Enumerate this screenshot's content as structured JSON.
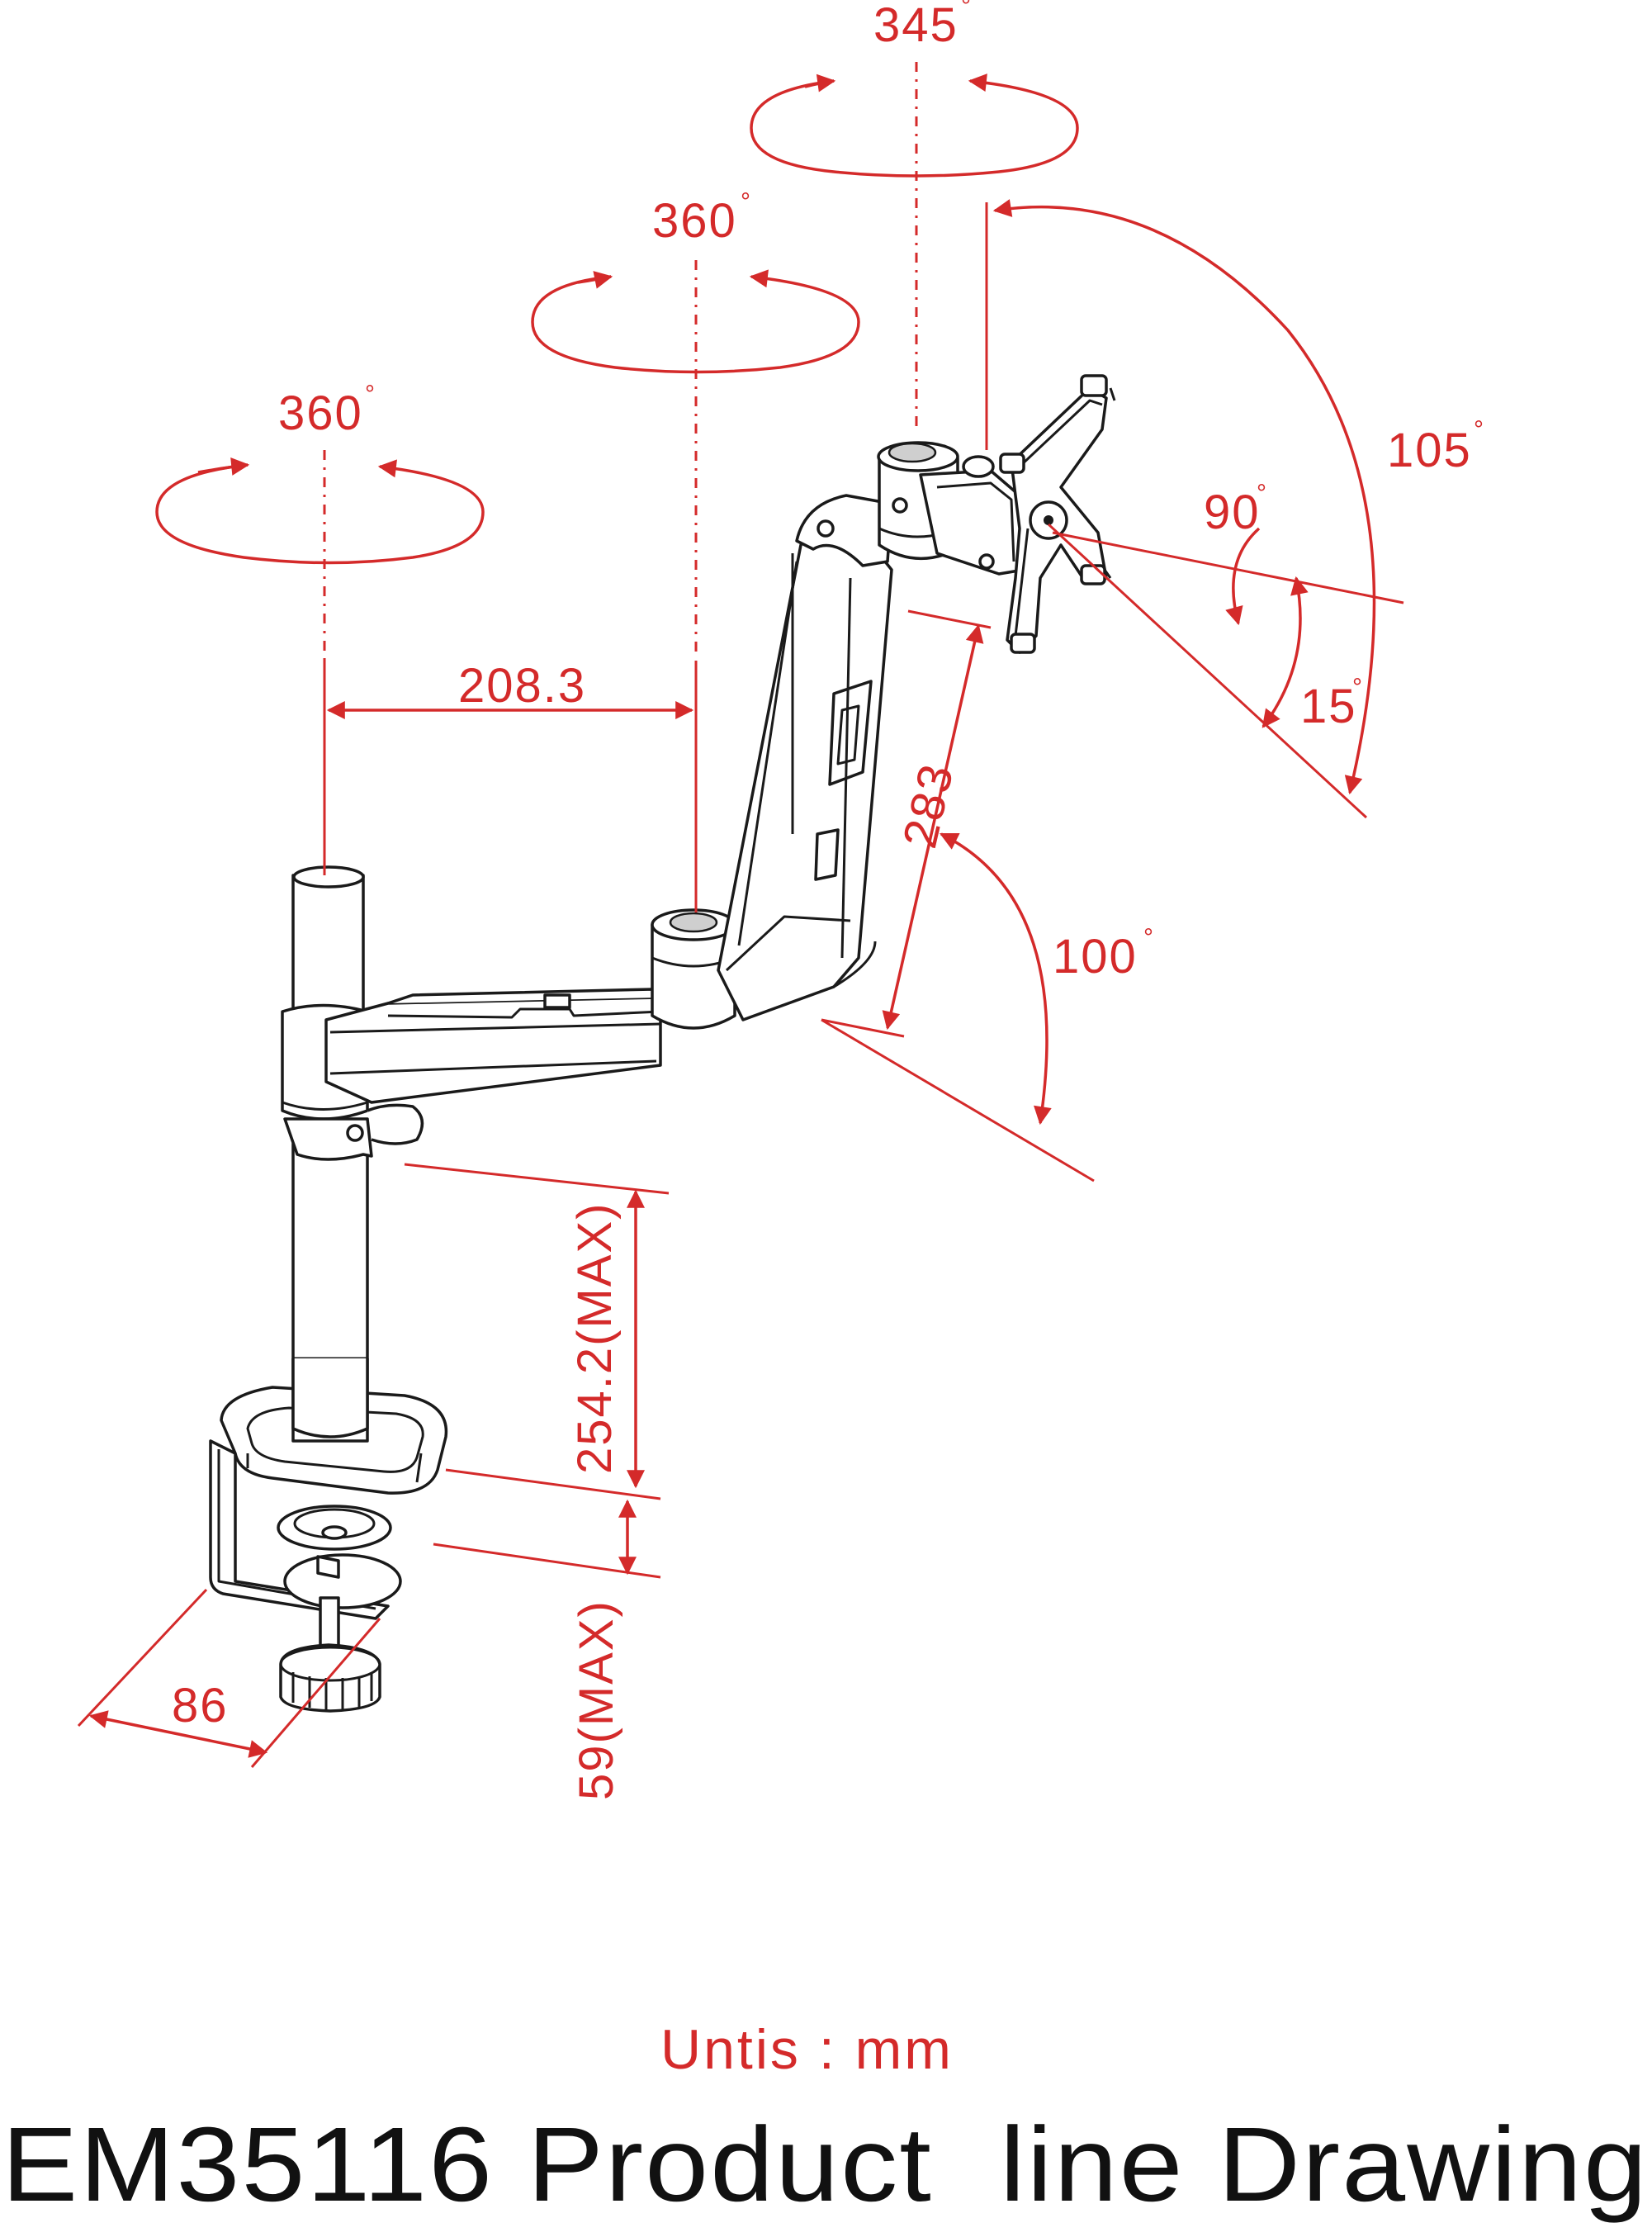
{
  "dimensions": {
    "rot_pole_label": "360",
    "rot_joint_label": "360",
    "rot_head_label": "345",
    "reach_label": "208.3",
    "arm_label": "283",
    "arm_angle_label": "100",
    "tilt_total_label": "105",
    "tilt_up_label": "90",
    "tilt_down_label": "15",
    "height_label": "254.2(MAX)",
    "clamp_thickness_label": "59(MAX)",
    "clamp_depth_label": "86"
  },
  "units_label": "Untis : mm",
  "title": "EM35116 Product  line Drawing",
  "colors": {
    "dimension": "#d42a2a",
    "line": "#1a1a1a"
  }
}
